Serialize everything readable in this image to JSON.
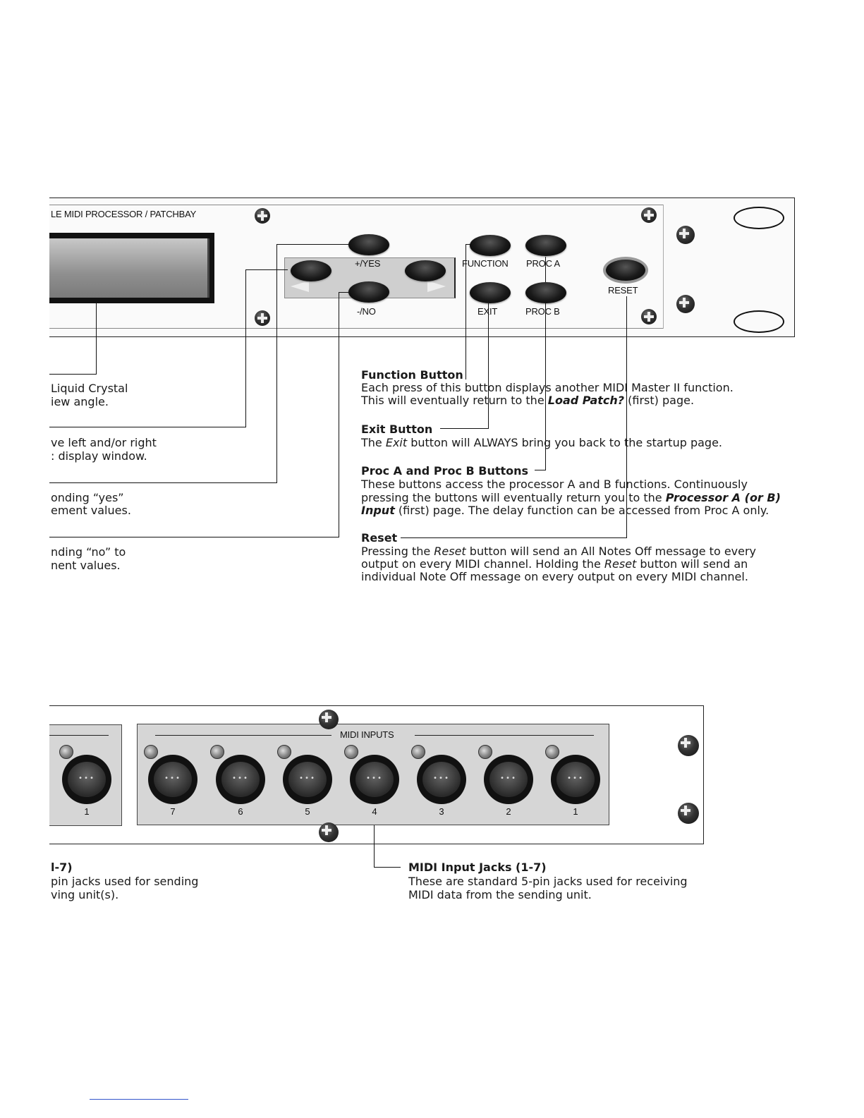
{
  "front_panel": {
    "title": "LE MIDI PROCESSOR / PATCHBAY",
    "labels": {
      "yes": "+/YES",
      "no": "-/NO",
      "function": "FUNCTION",
      "proc_a": "PROC A",
      "exit": "EXIT",
      "proc_b": "PROC B",
      "reset": "RESET"
    }
  },
  "left_notes": {
    "lcd_1": "Liquid Crystal",
    "lcd_2": "iew angle.",
    "arrows_1": "ve left and/or right",
    "arrows_2": ": display window.",
    "yes_1": "onding “yes”",
    "yes_2": "ement values.",
    "no_1": "nding “no” to",
    "no_2": "nent values."
  },
  "descriptions": {
    "function": {
      "title": "Function Button",
      "line1": "Each press of this button displays another MIDI Master II function.",
      "line2_pre": "This will eventually return to the ",
      "line2_em": "Load Patch?",
      "line2_post": " (first) page."
    },
    "exit": {
      "title": "Exit Button",
      "line1_pre": "The ",
      "line1_em": "Exit",
      "line1_post": " button will ALWAYS bring you back to the startup page."
    },
    "proc": {
      "title": "Proc A and Proc B Buttons",
      "line1": "These buttons access the processor A and B functions. Continuously",
      "line2_pre": "pressing the buttons will eventually return you to the ",
      "line2_em": "Processor A (or B)",
      "line3_em": "Input",
      "line3_post": " (first) page. The delay function can be accessed from Proc A only."
    },
    "reset": {
      "title": "Reset",
      "line1_pre": "Pressing the ",
      "line1_em": "Reset",
      "line1_post": " button will send an All Notes Off message to every",
      "line2_pre": "output on every MIDI channel. Holding the ",
      "line2_em": "Reset",
      "line2_post": " button will send an",
      "line3": "individual Note Off message on every output on every MIDI channel."
    }
  },
  "rear_panel": {
    "midi_inputs_label": "MIDI INPUTS",
    "jack_numbers": [
      "7",
      "6",
      "5",
      "4",
      "3",
      "2",
      "1"
    ],
    "left_jack_number": "1"
  },
  "rear_notes": {
    "left_title": "l-7)",
    "left_line1": "pin jacks used for sending",
    "left_line2": "ving unit(s).",
    "inputs_title": "MIDI Input Jacks (1-7)",
    "inputs_line1": "These are standard 5-pin jacks used for receiving",
    "inputs_line2": "MIDI data from the sending unit."
  },
  "colors": {
    "footer_rule": "#3355cc"
  }
}
